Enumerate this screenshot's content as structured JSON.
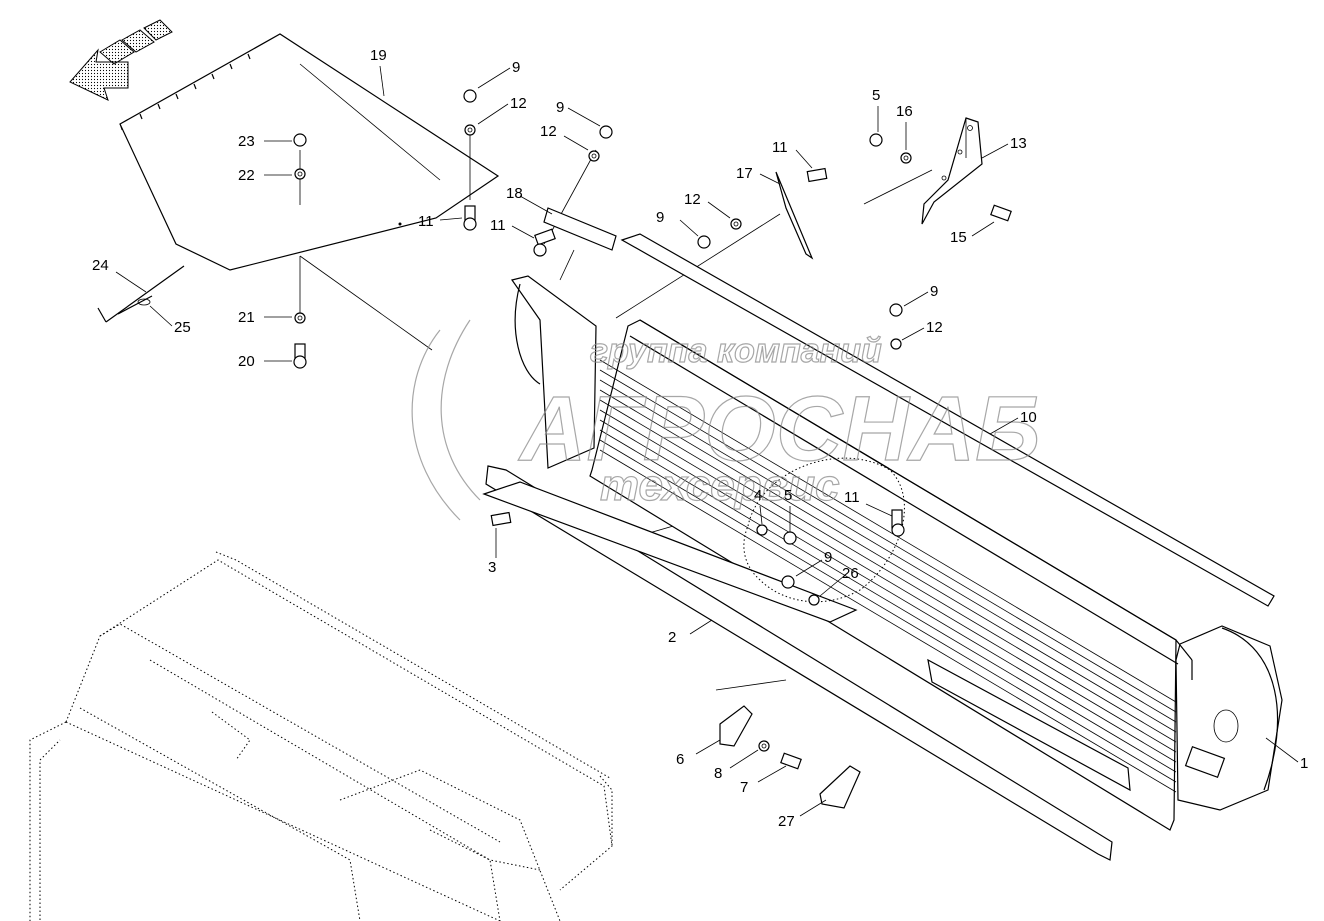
{
  "watermark": {
    "line1": "группа компаний",
    "line2": "АГРОСНАБ",
    "line3": "техсервис"
  },
  "callouts": [
    "19",
    "9",
    "12",
    "9",
    "12",
    "23",
    "22",
    "18",
    "11",
    "11",
    "24",
    "25",
    "21",
    "20",
    "17",
    "11",
    "12",
    "9",
    "5",
    "16",
    "13",
    "15",
    "9",
    "12",
    "10",
    "4",
    "5",
    "11",
    "3",
    "9",
    "26",
    "2",
    "6",
    "8",
    "7",
    "27",
    "1"
  ]
}
